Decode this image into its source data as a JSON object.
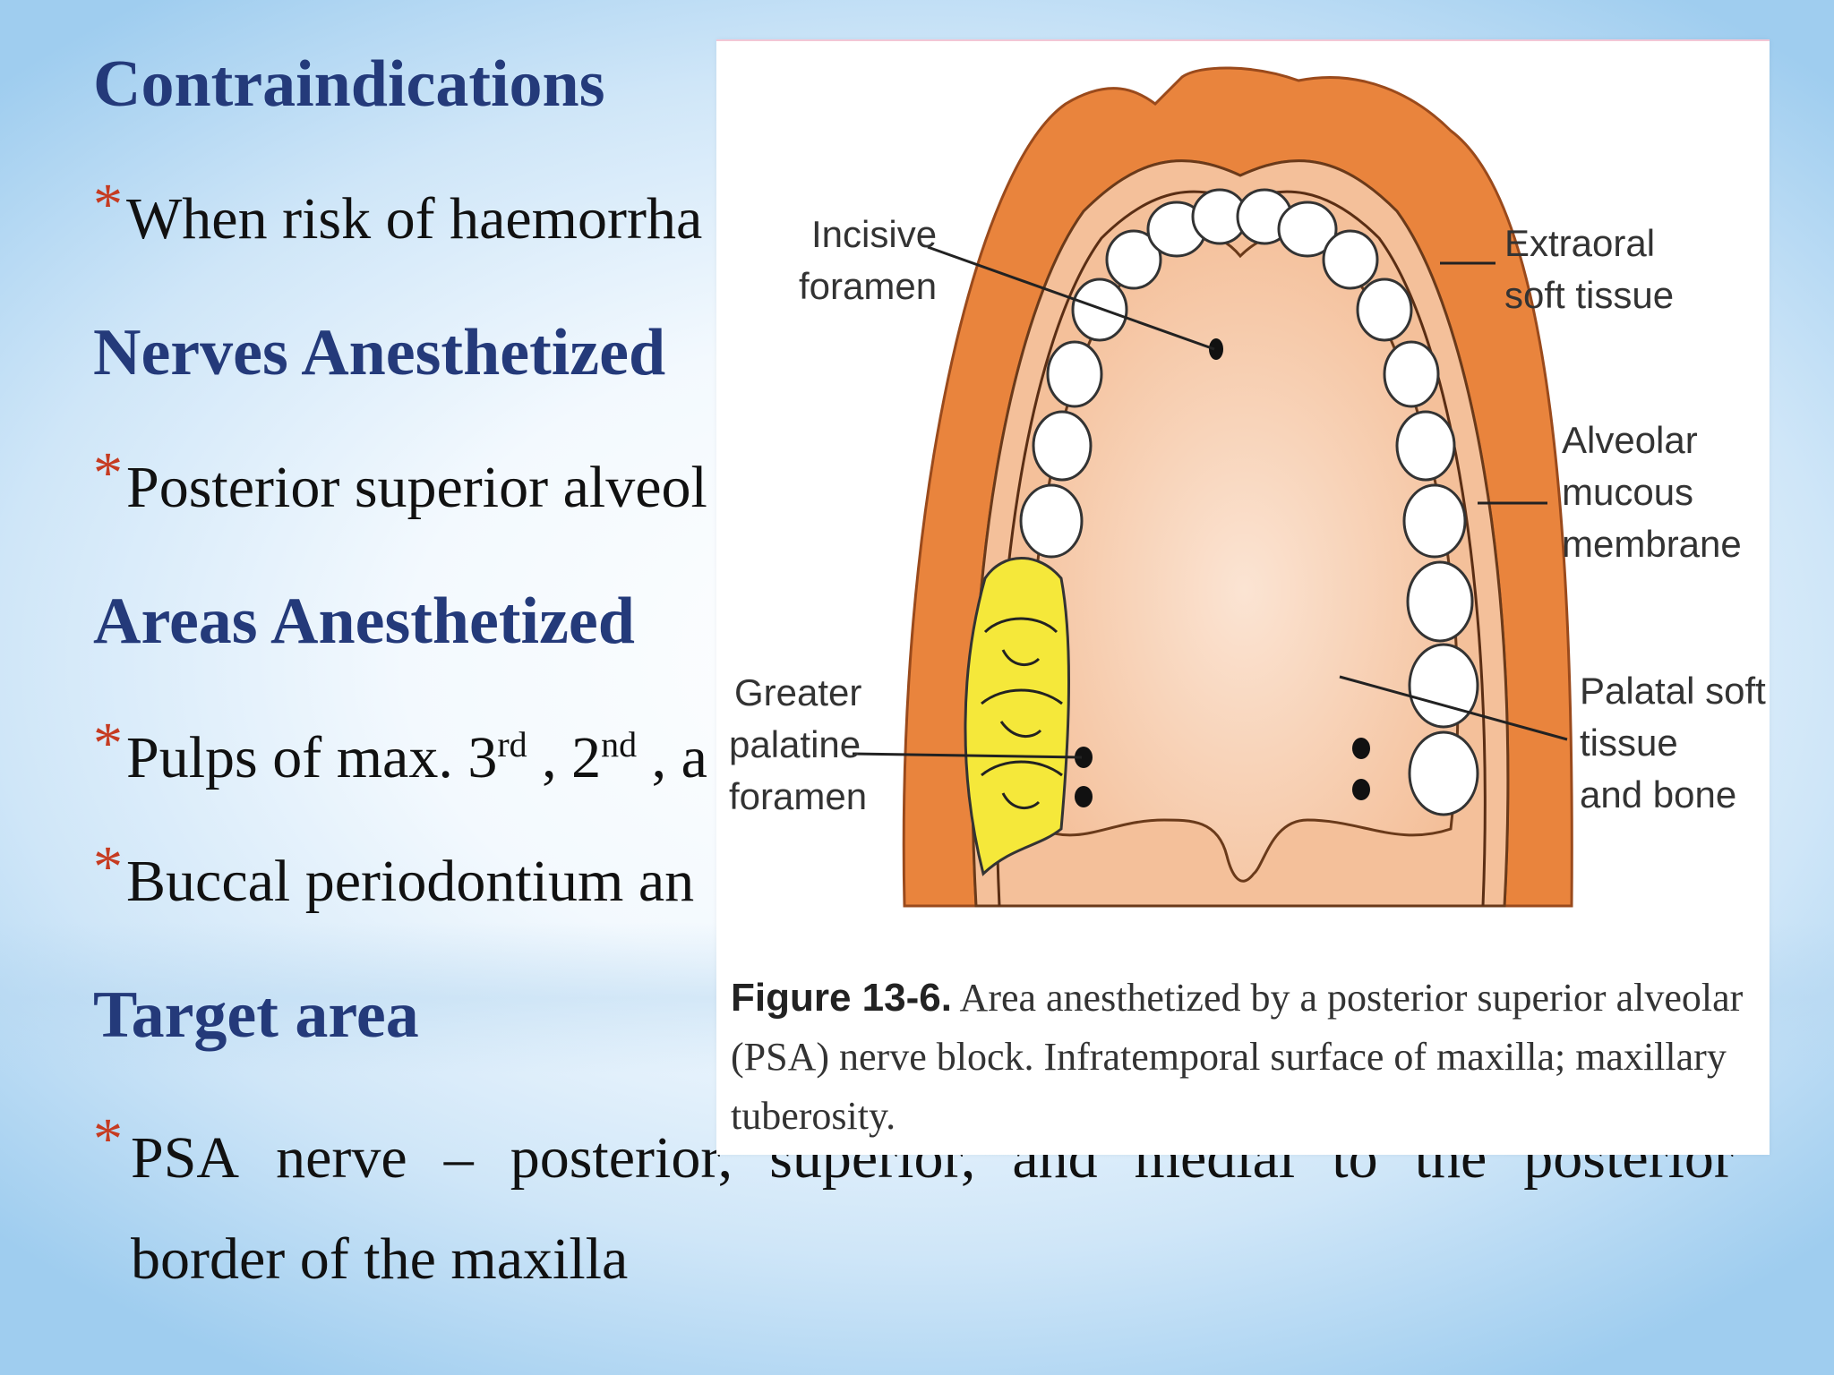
{
  "headings": {
    "contra": "Contraindications",
    "nerves": "Nerves Anesthetized",
    "areas": "Areas Anesthetized",
    "target": "Target area"
  },
  "bullets": {
    "contra": "When risk of haemorrha",
    "nerves": "Posterior superior alveol",
    "pulps_a": "Pulps of max. 3",
    "pulps_sup1": "rd",
    "pulps_b": " , 2",
    "pulps_sup2": "nd",
    "pulps_c": " , a",
    "buccal": "Buccal periodontium an",
    "psa_words": [
      "PSA",
      "nerve",
      "–",
      "posterior,",
      "superior,",
      "and",
      "medial",
      "to",
      "the",
      "posterior"
    ],
    "psa_line2": "border of the maxilla"
  },
  "bullet_marker": "*",
  "figure": {
    "labels": {
      "incisive": [
        "Incisive",
        "foramen"
      ],
      "extraoral": [
        "Extraoral",
        "soft tissue"
      ],
      "alveolar": [
        "Alveolar",
        "mucous",
        "membrane"
      ],
      "palatal": [
        "Palatal soft",
        "tissue",
        "and bone"
      ],
      "greater": [
        "Greater",
        "palatine",
        "foramen"
      ]
    },
    "caption_label": "Figure 13-6.",
    "caption_text": " Area anesthetized by a posterior superior alveolar (PSA) nerve block. Infratemporal surface of maxilla; maxillary tuberosity."
  },
  "colors": {
    "heading": "#243a7a",
    "bullet_star": "#c63b21",
    "outer_tissue": "#e9843d",
    "gingiva": "#f4c09a",
    "palate": "#f8d5bd",
    "anesthetized_teeth": "#f5e83a"
  }
}
